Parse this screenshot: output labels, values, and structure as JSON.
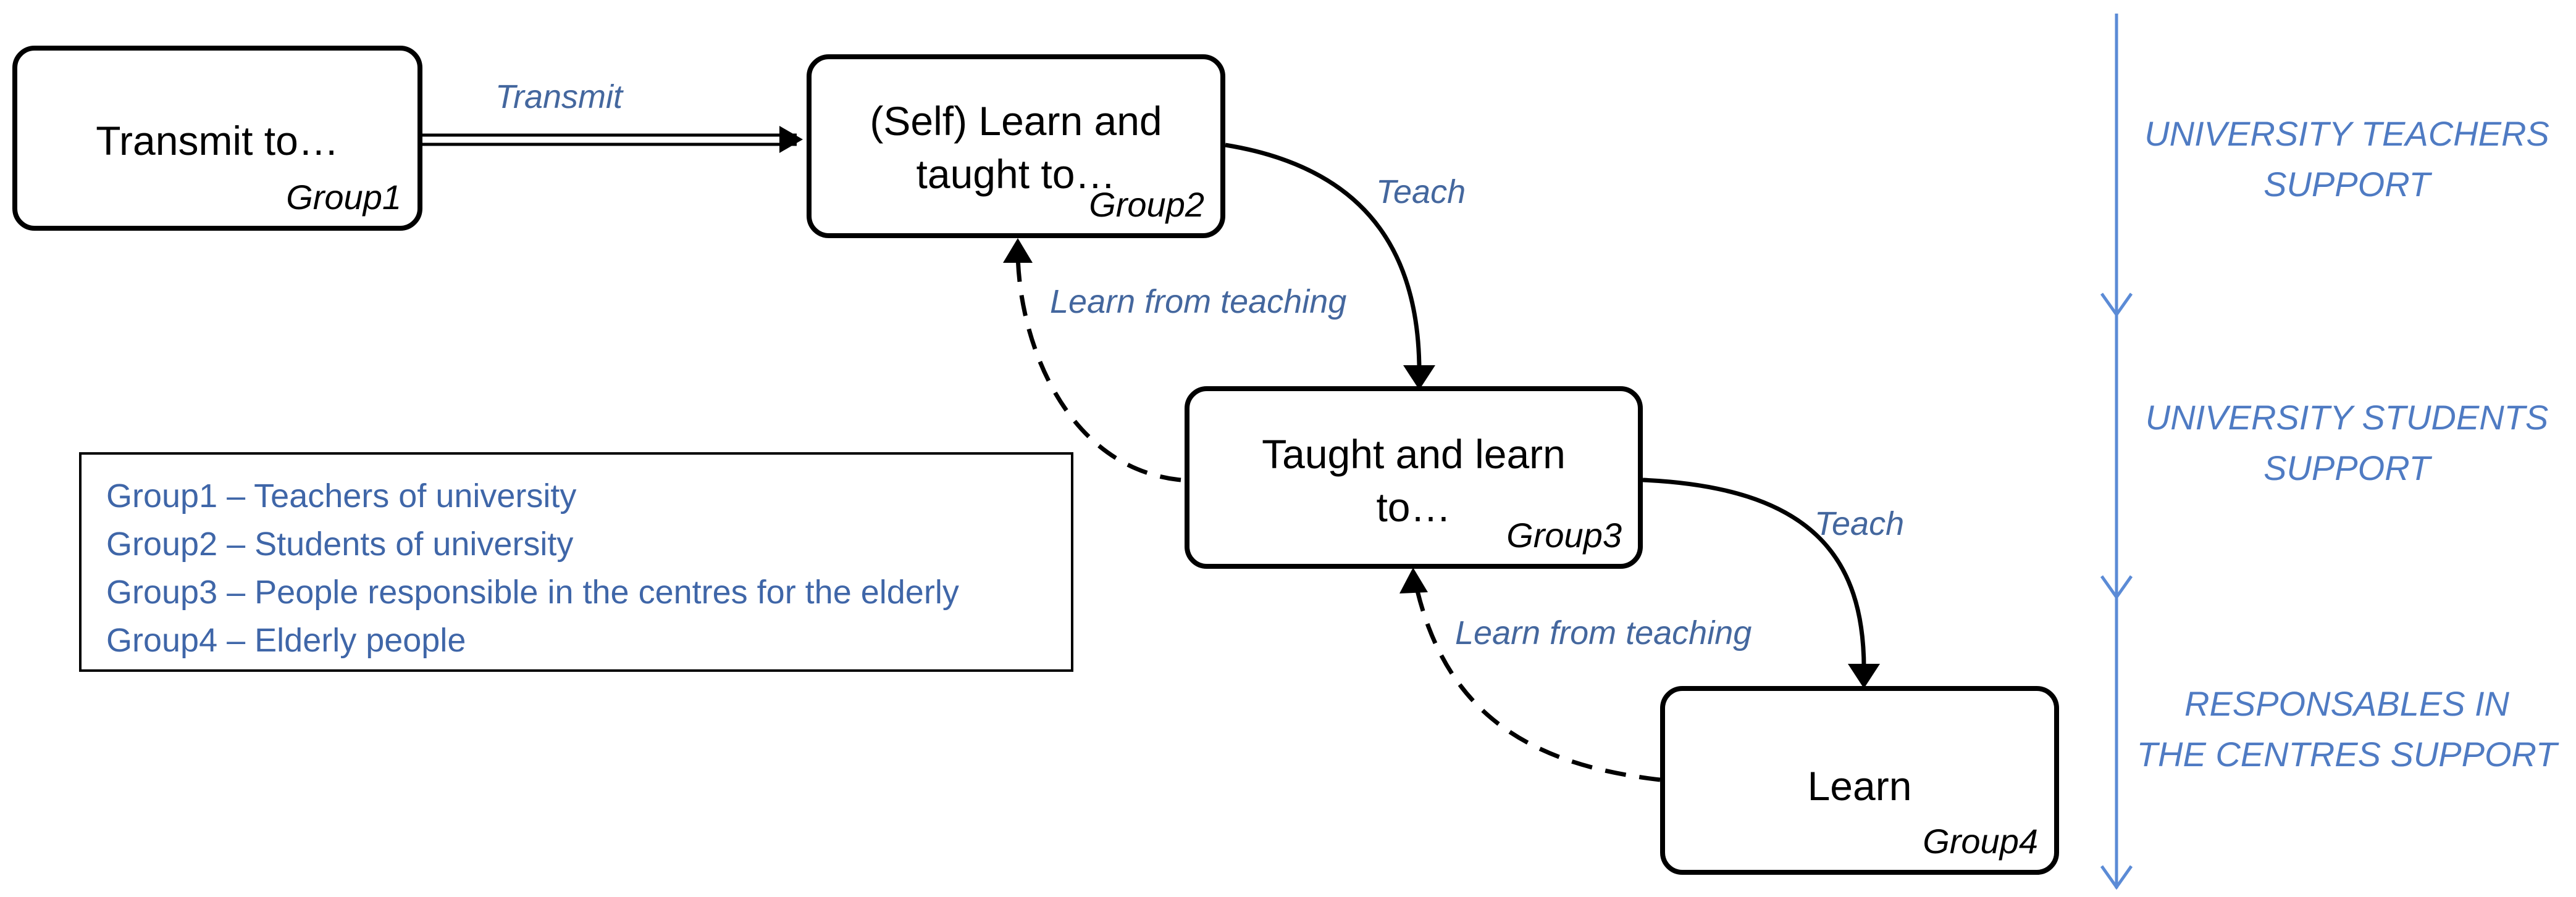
{
  "nodes": {
    "group1": {
      "lines": [
        "Transmit to…"
      ],
      "tag": "Group1"
    },
    "group2": {
      "lines": [
        "(Self) Learn and",
        "taught to…"
      ],
      "tag": "Group2"
    },
    "group3": {
      "lines": [
        "Taught and learn",
        "to…"
      ],
      "tag": "Group3"
    },
    "group4": {
      "lines": [
        "Learn"
      ],
      "tag": "Group4"
    }
  },
  "edges": {
    "transmit": "Transmit",
    "teach_2_3": "Teach",
    "learn_3_2": "Learn from teaching",
    "teach_3_4": "Teach",
    "learn_4_3": "Learn from teaching"
  },
  "legend": [
    "Group1 – Teachers of university",
    "Group2 – Students of university",
    "Group3 – People responsible in the centres for the elderly",
    "Group4 – Elderly people"
  ],
  "support_levels": [
    [
      "UNIVERSITY TEACHERS",
      "SUPPORT"
    ],
    [
      "UNIVERSITY STUDENTS",
      "SUPPORT"
    ],
    [
      "RESPONSABLES IN",
      "THE CENTRES SUPPORT"
    ]
  ],
  "colors": {
    "edge_label": "#44679e",
    "side_label": "#4f7bc3",
    "legend_text": "#3f66a8",
    "side_arrow": "#5b8bd6"
  }
}
